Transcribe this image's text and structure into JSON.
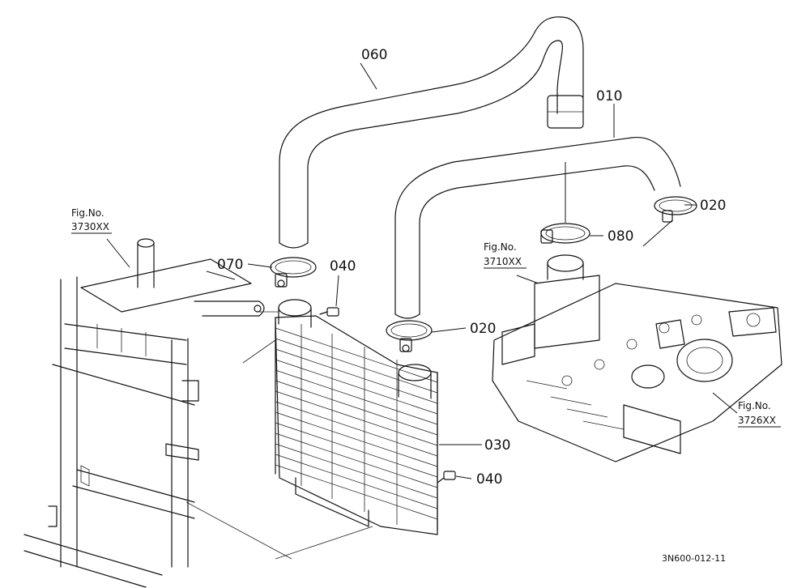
{
  "diagram": {
    "parts": {
      "p060": "060",
      "p010": "010",
      "p020a": "020",
      "p020b": "020",
      "p080": "080",
      "p070": "070",
      "p040a": "040",
      "p040b": "040",
      "p030": "030"
    },
    "refs": {
      "r3730": {
        "line1": "Fig.No.",
        "line2": "3730XX"
      },
      "r3710": {
        "line1": "Fig.No.",
        "line2": "3710XX"
      },
      "r3726": {
        "line1": "Fig.No.",
        "line2": "3726XX"
      }
    },
    "drawing_number": "3N600-012-11",
    "line_color": "#111111"
  }
}
